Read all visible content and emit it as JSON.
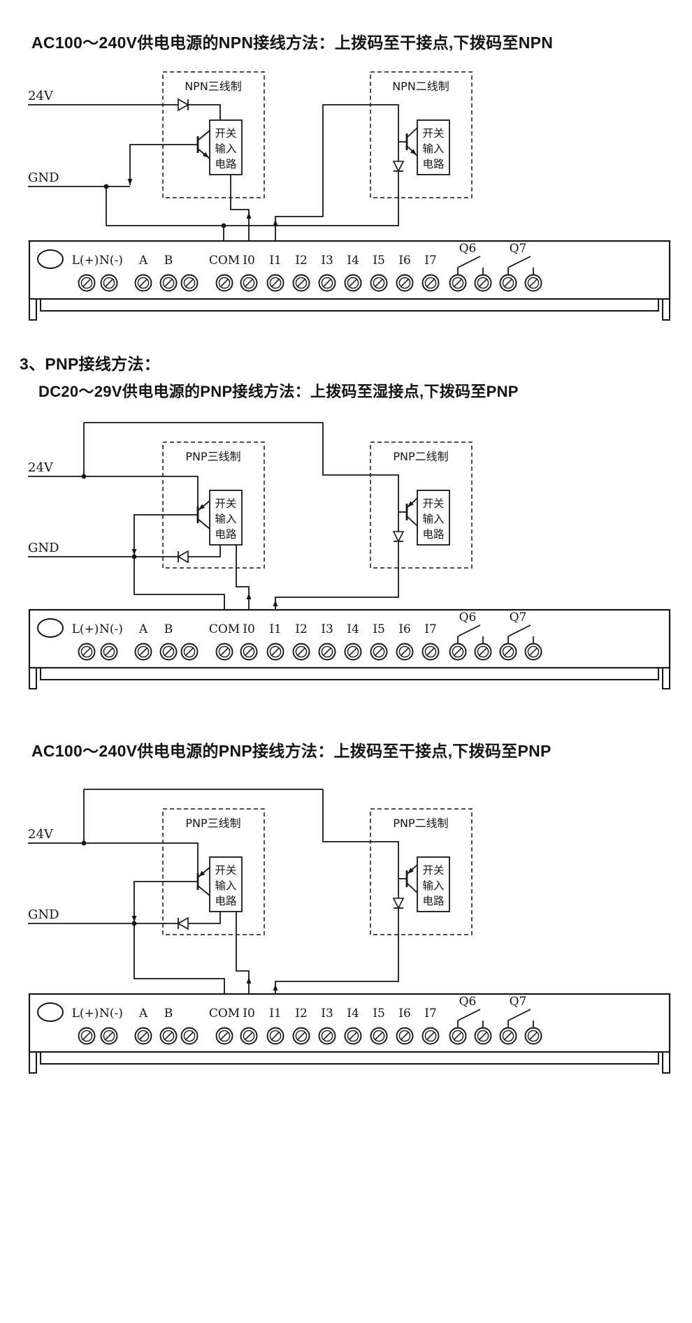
{
  "ink": "#161616",
  "page_bg": "#ffffff",
  "pnp_heading": "3、PNP接线方法：",
  "labels": {
    "supply": "24V",
    "ground": "GND"
  },
  "terminal_labels": [
    "L(+)",
    "N(-)",
    "A",
    "B",
    "COM",
    "I0",
    "I1",
    "I2",
    "I3",
    "I4",
    "I5",
    "I6",
    "I7"
  ],
  "relay_labels": [
    "Q6",
    "Q7"
  ],
  "circuit_lines": [
    "开关",
    "输入",
    "电路"
  ],
  "diagrams": [
    {
      "title": "AC100～240V供电电源的NPN接线方法：上拨码至干接点,下拨码至NPN",
      "sensor3": "NPN三线制",
      "sensor2": "NPN二线制",
      "type": "npn"
    },
    {
      "title": "DC20～29V供电电源的PNP接线方法：上拨码至湿接点,下拨码至PNP",
      "sensor3": "PNP三线制",
      "sensor2": "PNP二线制",
      "type": "pnp"
    },
    {
      "title": "AC100～240V供电电源的PNP接线方法：上拨码至干接点,下拨码至PNP",
      "sensor3": "PNP三线制",
      "sensor2": "PNP二线制",
      "type": "pnp"
    }
  ]
}
